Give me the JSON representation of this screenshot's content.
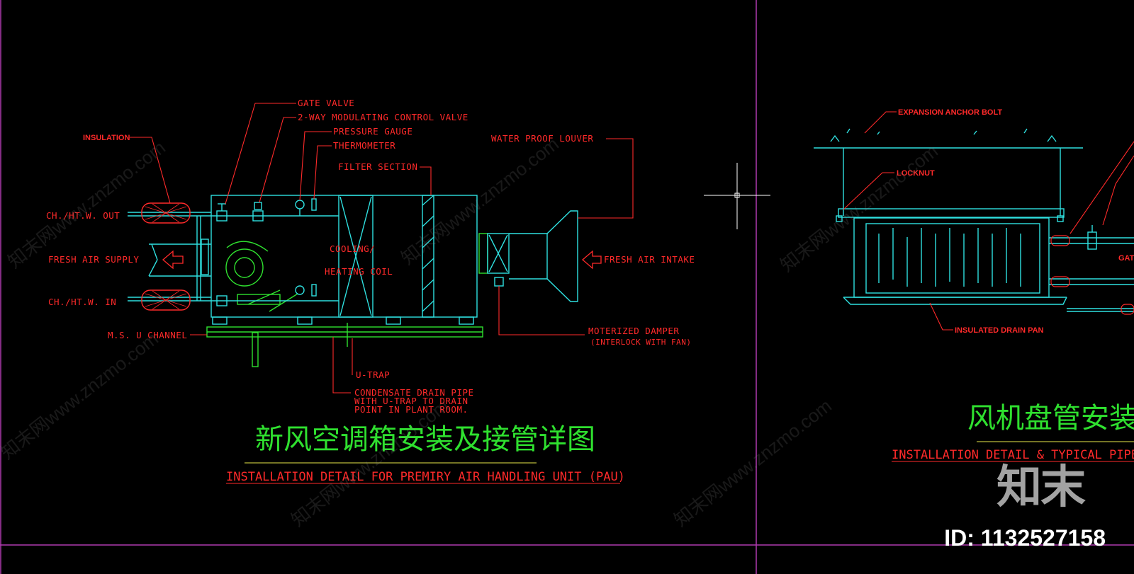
{
  "left_panel": {
    "labels": {
      "gate_valve": "GATE VALVE",
      "mod_valve": "2-WAY MODULATING CONTROL VALVE",
      "pressure_gauge": "PRESSURE GAUGE",
      "thermometer": "THERMOMETER",
      "filter_section": "FILTER SECTION",
      "water_proof_louver": "WATER PROOF LOUVER",
      "insulation": "INSULATION",
      "chw_out": "CH./HT.W. OUT",
      "fresh_air_supply": "FRESH AIR SUPPLY",
      "chw_in": "CH./HT.W. IN",
      "ms_u_channel": "M.S. U CHANNEL",
      "cooling": "COOLING/",
      "heating_coil": "HEATING COIL",
      "fresh_air_intake": "FRESH AIR INTAKE",
      "motorized_damper": "MOTERIZED DAMPER",
      "interlock": "(INTERLOCK WITH FAN)",
      "u_trap": "U-TRAP",
      "condensate_1": "CONDENSATE DRAIN PIPE",
      "condensate_2": "WITH U-TRAP TO DRAIN",
      "condensate_3": "POINT IN PLANT ROOM."
    },
    "title_cn": "新风空调箱安装及接管详图",
    "title_en": "INSTALLATION DETAIL FOR   PREMIRY AIR HANDLING UNIT (PAU)"
  },
  "right_panel": {
    "labels": {
      "expansion_anchor_bolt": "EXPANSION ANCHOR BOLT",
      "locknut": "LOCKNUT",
      "insulated_drain_pan": "INSULATED DRAIN PAN",
      "gate_partial": "GATE"
    },
    "title_cn": "风机盘管安装及",
    "title_en": "INSTALLATION DETAIL & TYPICAL PIPEWO"
  },
  "watermark": {
    "text": "知末网www.znzmo.com",
    "brand": "知末",
    "id": "ID: 1132527158"
  },
  "colors": {
    "background": "#000000",
    "cyan": "#2fe0e0",
    "green": "#2fe02f",
    "red": "#ff2a2a",
    "viewport_border": "#b03ab0"
  }
}
